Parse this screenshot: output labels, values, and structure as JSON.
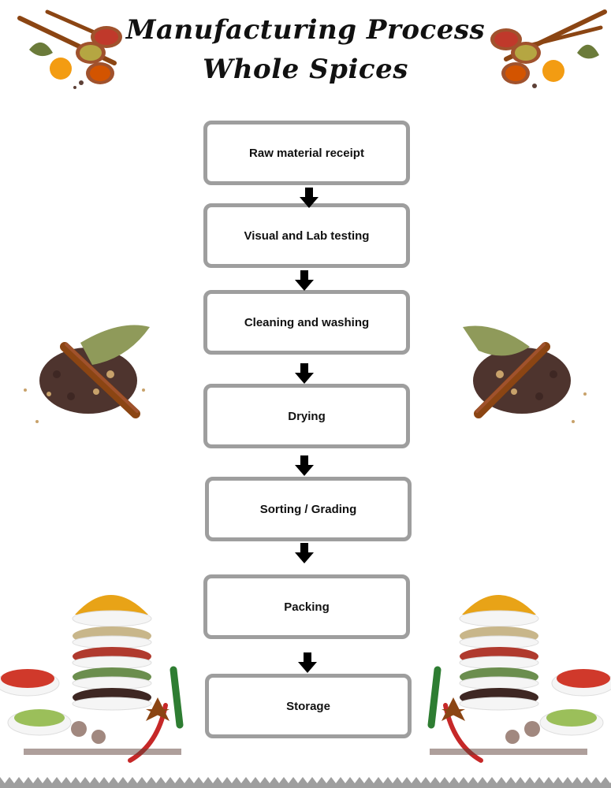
{
  "title": {
    "line1": "Manufacturing Process",
    "line2": "Whole Spices"
  },
  "steps": [
    "Raw material receipt",
    "Visual and Lab testing",
    "Cleaning and washing",
    "Drying",
    "Sorting / Grading",
    "Packing",
    "Storage"
  ],
  "colors": {
    "box_border": "#9e9e9e",
    "arrow": "#000000",
    "turmeric": "#e8a317",
    "chili": "#c0392b",
    "cinnamon": "#8b4513",
    "bay_leaf": "#6b7b3a"
  }
}
